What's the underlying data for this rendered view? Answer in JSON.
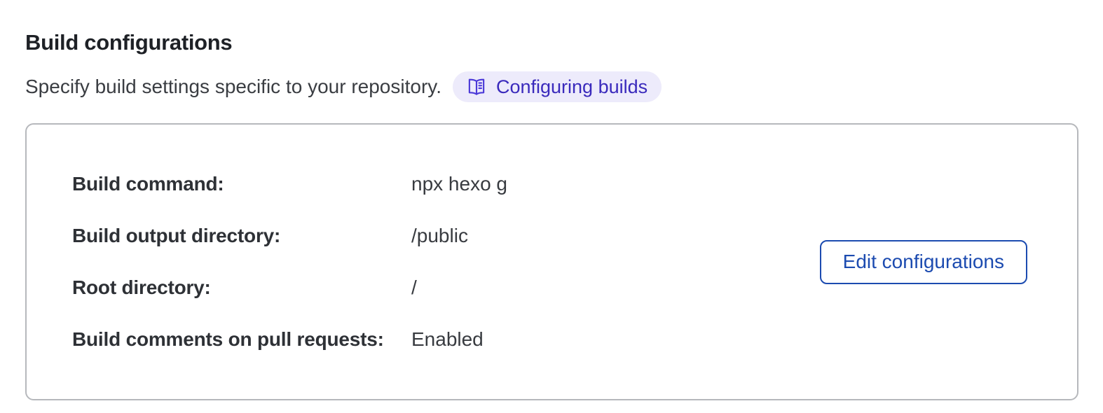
{
  "header": {
    "title": "Build configurations",
    "subtitle": "Specify build settings specific to your repository.",
    "docs_badge": {
      "label": "Configuring builds",
      "icon": "book-open-icon"
    }
  },
  "card": {
    "fields": [
      {
        "label": "Build command:",
        "value": "npx hexo g"
      },
      {
        "label": "Build output directory:",
        "value": "/public"
      },
      {
        "label": "Root directory:",
        "value": "/"
      },
      {
        "label": "Build comments on pull requests:",
        "value": "Enabled"
      }
    ],
    "edit_button_label": "Edit configurations"
  },
  "colors": {
    "accent_blue": "#1c4bb0",
    "badge_text_indigo": "#3a2abc",
    "badge_background": "#edebfb",
    "card_border": "#b6b8bc",
    "heading_text": "#1e2126",
    "body_text": "#383b40"
  }
}
